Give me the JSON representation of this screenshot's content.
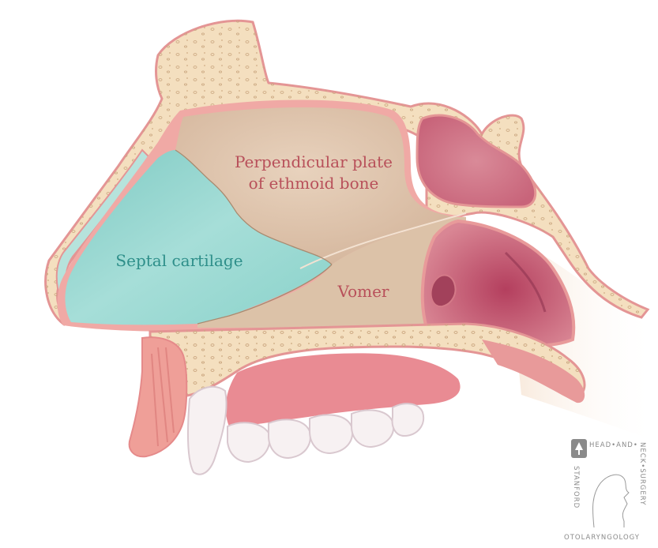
{
  "labels": {
    "perpendicular_line1": "Perpendicular plate",
    "perpendicular_line2": "of ethmoid bone",
    "septal_cartilage": "Septal cartilage",
    "vomer": "Vomer"
  },
  "logo": {
    "top": "HEAD•AND•",
    "right": "NECK•SURGERY",
    "left": "STANFORD",
    "bottom": "OTOLARYNGOLOGY"
  },
  "colors": {
    "septal_cartilage": "#8fd3cc",
    "ethmoid_bone": "#dcc0a8",
    "vomer": "#dcc2a8",
    "bone_shell": "#f4dfbf",
    "mucosa": "#e89a9a",
    "pharynx": "#c4516c",
    "label_bone": "#b8505a",
    "label_cartilage": "#2e8f8a"
  }
}
